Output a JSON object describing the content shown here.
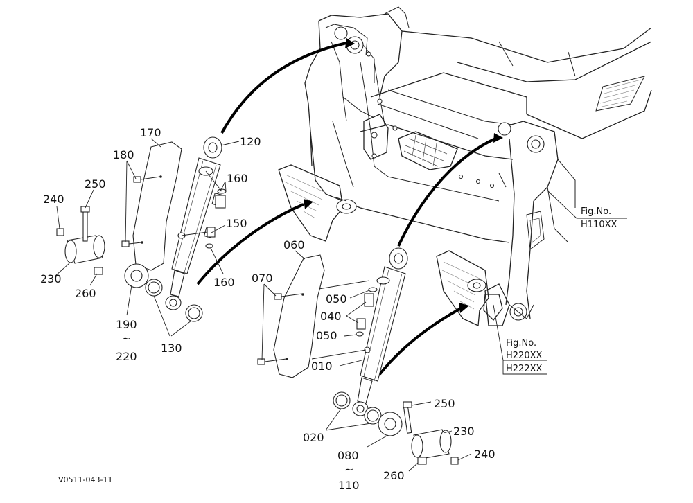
{
  "labels": {
    "l120": "120",
    "l170": "170",
    "l180": "180",
    "l160a": "160",
    "l150": "150",
    "l160b": "160",
    "l250a": "250",
    "l240a": "240",
    "l230a": "230",
    "l260a": "260",
    "l190": "190",
    "l220": "220",
    "l130": "130",
    "l060": "060",
    "l070": "070",
    "l050a": "050",
    "l040": "040",
    "l050b": "050",
    "l010": "010",
    "l020": "020",
    "l080": "080",
    "l110": "110",
    "l250b": "250",
    "l230b": "230",
    "l240b": "240",
    "l260b": "260",
    "tilde1": "~",
    "tilde2": "~"
  },
  "figrefs": {
    "fig1_title": "Fig.No.",
    "fig1_code": "H110XX",
    "fig2_title": "Fig.No.",
    "fig2_code1": "H220XX",
    "fig2_code2": "H222XX"
  },
  "drawing_code": "V0511-043-11"
}
